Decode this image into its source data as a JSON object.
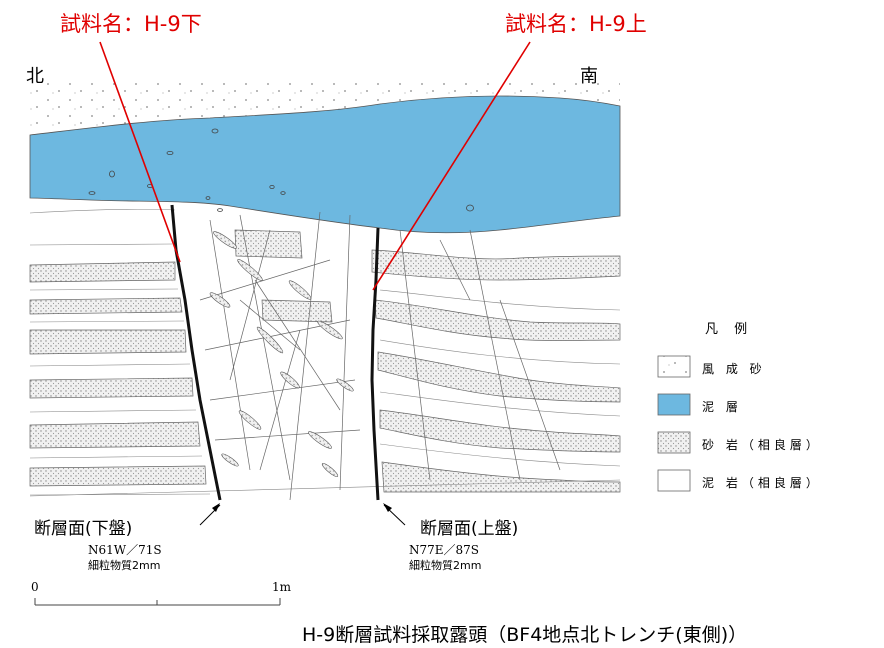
{
  "sample_labels": {
    "lower": "試料名：H-9下",
    "upper": "試料名：H-9上"
  },
  "directions": {
    "north": "北",
    "south": "南"
  },
  "legend": {
    "title": "凡 例",
    "items": [
      {
        "label": "風 成 砂",
        "pattern": "sparse-dots",
        "color": "#ffffff"
      },
      {
        "label": "泥 層",
        "pattern": "solid",
        "color": "#6db8e0"
      },
      {
        "label": "砂 岩（相良層）",
        "pattern": "stipple",
        "color": "#e4e4e4"
      },
      {
        "label": "泥 岩（相良層）",
        "pattern": "blank",
        "color": "#ffffff"
      }
    ]
  },
  "faults": {
    "lower": {
      "name": "断層面(下盤)",
      "strike": "N61W／71S",
      "material": "細粒物質2mm"
    },
    "upper": {
      "name": "断層面(上盤)",
      "strike": "N77E／87S",
      "material": "細粒物質2mm"
    }
  },
  "scale_bar": {
    "start": "0",
    "end": "1m"
  },
  "caption": "H-9断層試料採取露頭（BF4地点北トレンチ(東側)）",
  "colors": {
    "annotation_red": "#e00000",
    "mud_layer": "#6db8e0",
    "line": "#555555"
  }
}
